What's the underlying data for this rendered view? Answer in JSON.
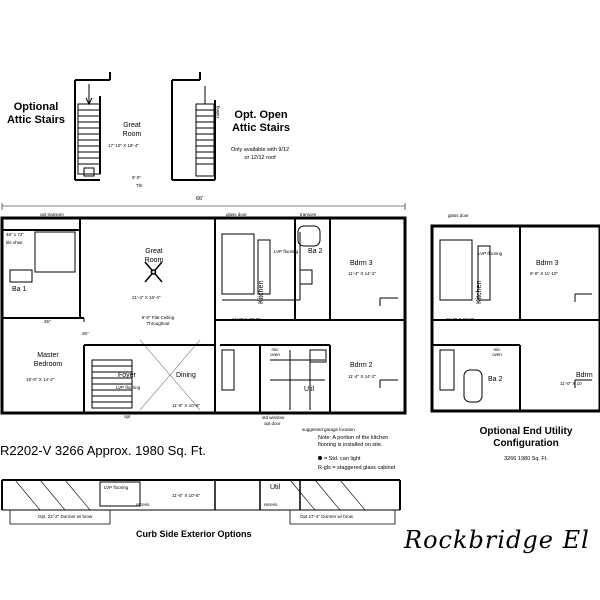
{
  "top_left": {
    "title_line1": "Optional",
    "title_line2": "Attic Stairs",
    "room_name": "Great",
    "room_name2": "Room",
    "room_dims": "17'-10\" X 18'-4\"",
    "ceiling": "9'-0\"",
    "ceiling2": "Thr"
  },
  "top_right": {
    "title_line1": "Opt. Open",
    "title_line2": "Attic Stairs",
    "note1": "Only available with 9/12",
    "note2": "or 12/12 roof",
    "railing": "railing"
  },
  "main_plan": {
    "overall_width": "66'",
    "labels": {
      "opt_transom": "opt transom",
      "glass_door": "glass door",
      "transom": "transom",
      "tile_shwr": "tile shwr",
      "dim_48x72": "48\" x 72\"",
      "ba1": "Ba 1",
      "dim_36a": "36\"",
      "dim_36b": "36\"",
      "great_room": "Great",
      "great_room2": "Room",
      "great_room_dims": "21'-4\" X 18'-4\"",
      "flat_ceiling1": "9'-0\" Flat Ceiling",
      "flat_ceiling2": "Throughout",
      "lvp1": "LVP flooring",
      "kitchen": "Kitchen",
      "kitchen_dims": "11'-8\" X 20'-8\"",
      "ba2": "Ba 2",
      "bdrm3": "Bdrm 3",
      "bdrm3_dims": "11'-4\" X 14'-2\"",
      "master": "Master",
      "master2": "Bedroom",
      "master_dims": "15'-8\" X 14'-2\"",
      "foyer": "Foyer",
      "lvp2": "LVP flooring",
      "dining": "Dining",
      "dining_dims": "11'-8\" X 10'-8\"",
      "util": "Util",
      "mic_oven": "mic",
      "mic_oven2": "oven",
      "bdrm2": "Bdrm 2",
      "bdrm2_dims": "11'-4\" X 14'-2\"",
      "opt": "opt",
      "std_window": "std window",
      "opt_door": "opt door",
      "garage_note": "suggested garage location"
    },
    "model": "R2202-V 3266  Approx. 1980 Sq. Ft."
  },
  "notes": {
    "note_line1": "Note: A portion of the kitchen",
    "note_line2": "flooring is installed on site.",
    "std_can": "= Std. can light",
    "rgls": "R-gls = staggered glass cabinet"
  },
  "curb": {
    "title": "Curb Side Exterior Options",
    "lvp": "LVP flooring",
    "dims": "11'-8\" X 10'-8\"",
    "util": "Util",
    "recess1": "recess",
    "recess2": "recess",
    "dormer1": "Opt. 22'-2\" Dormer w/ brow",
    "dormer2": "Opt 27'-4\" Dormer w/ brow"
  },
  "alt_plan": {
    "glass_door": "glass door",
    "bdrm3": "Bdrm 3",
    "bdrm3_dims": "9'-8\" X 11'-10\"",
    "lvp": "LVP flooring",
    "kitchen": "Kitchen",
    "kitchen_dims": "11'-8\" X 20'-8\"",
    "ba2": "Ba 2",
    "bdrm_partial": "Bdrm",
    "bdrm_dims_partial": "11'-0\" X 10",
    "mic": "mic",
    "oven": "oven",
    "title_line1": "Optional End Utility",
    "title_line2": "Configuration",
    "sub": "3266 1980 Sq. Ft."
  },
  "brand": "Rockbridge El"
}
